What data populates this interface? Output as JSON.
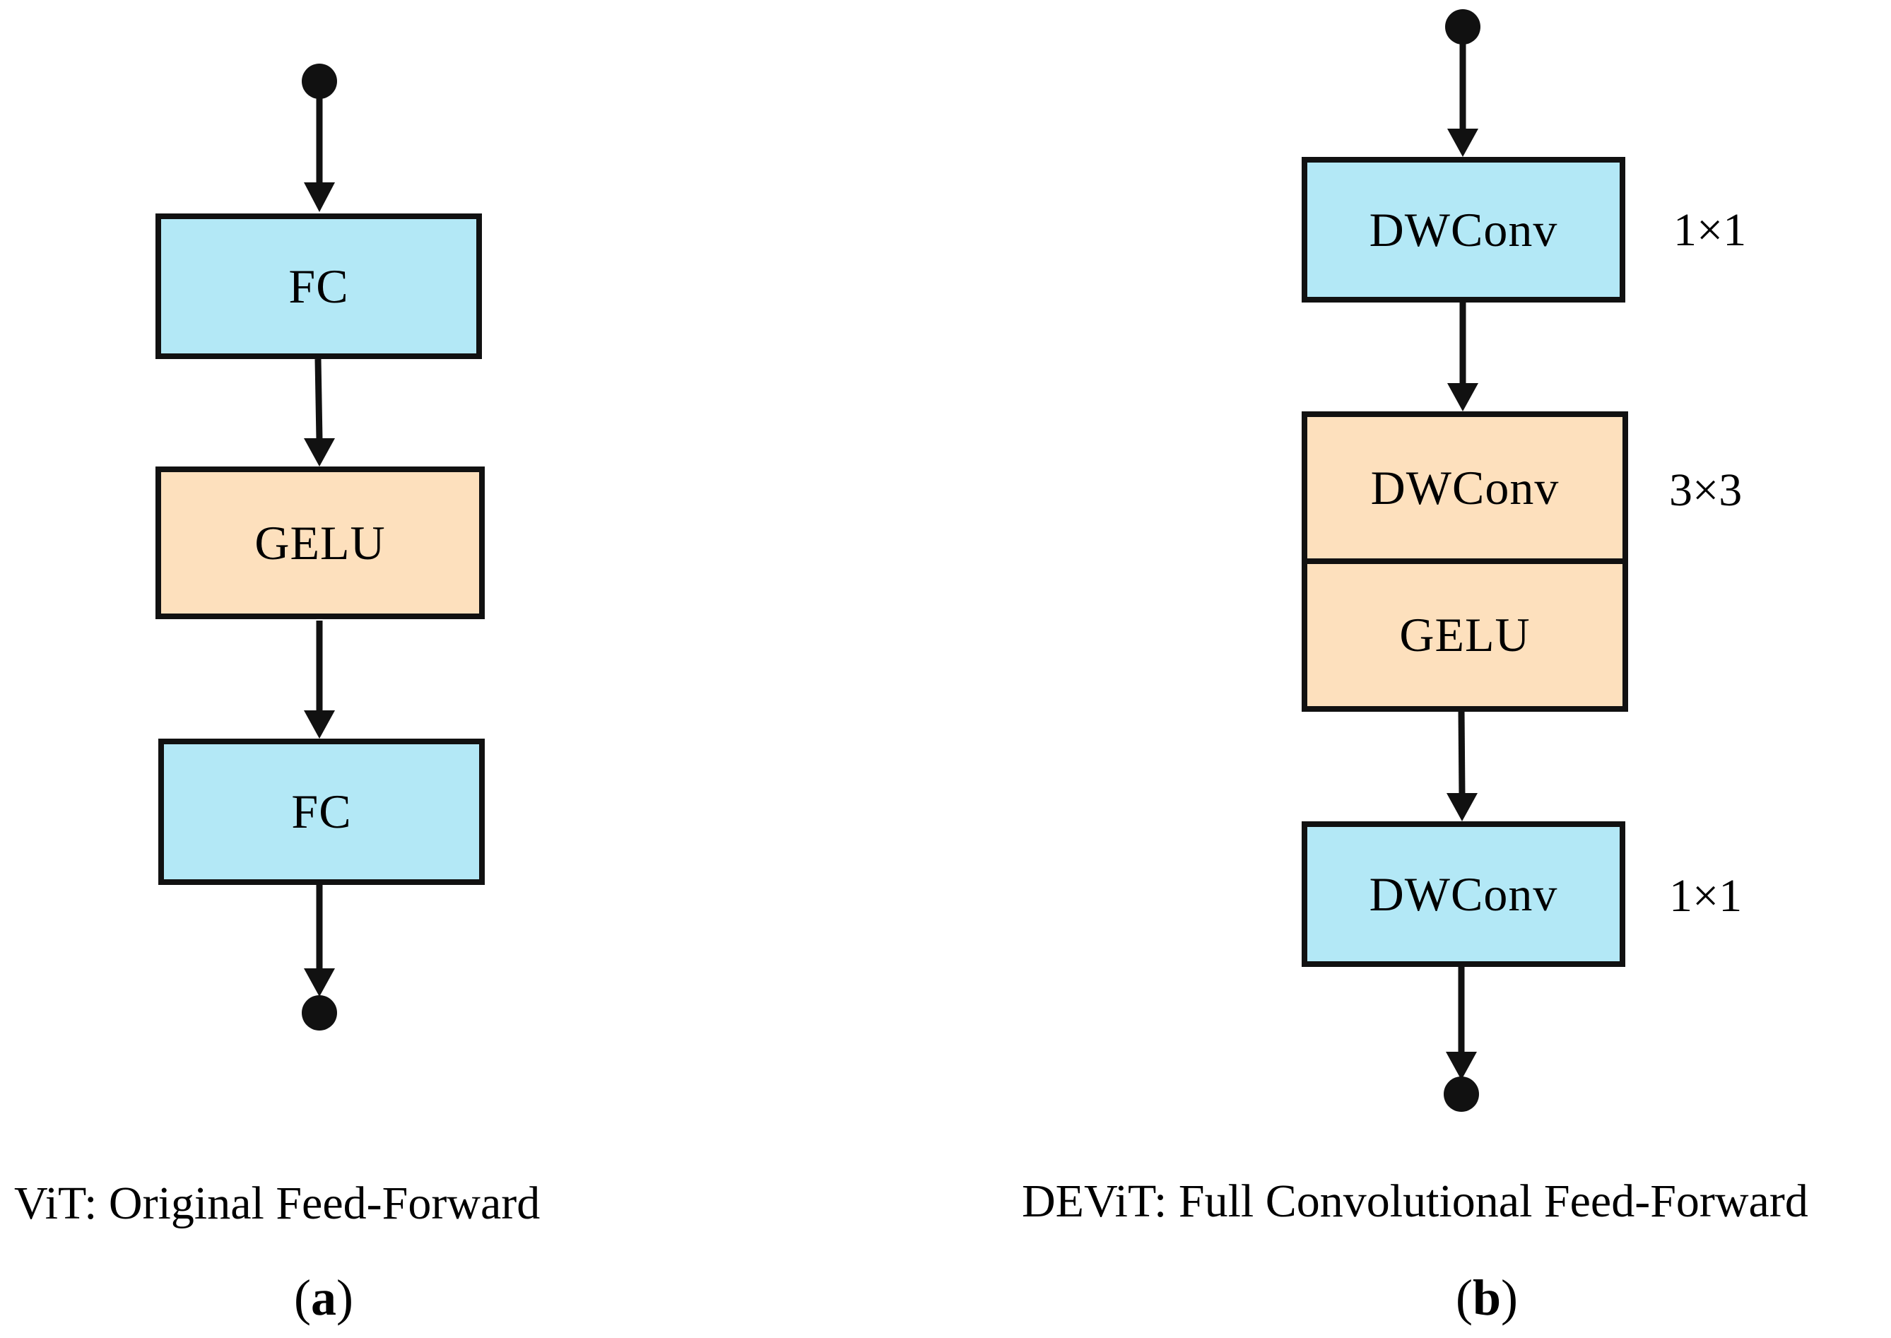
{
  "panels": [
    {
      "id": "a",
      "caption": "ViT: Original Feed-Forward",
      "label_letter": "a",
      "blocks": [
        {
          "text": "FC",
          "color": "#b3e8f6"
        },
        {
          "text": "GELU",
          "color": "#fde0bd"
        },
        {
          "text": "FC",
          "color": "#b3e8f6"
        }
      ]
    },
    {
      "id": "b",
      "caption": "DEViT: Full Convolutional Feed-Forward",
      "label_letter": "b",
      "blocks": [
        {
          "text": "DWConv",
          "kernel": "1×1",
          "color": "#b3e8f6"
        },
        {
          "text": "DWConv",
          "kernel": "3×3",
          "color": "#fde0bd"
        },
        {
          "text": "GELU",
          "color": "#fde0bd"
        },
        {
          "text": "DWConv",
          "kernel": "1×1",
          "color": "#b3e8f6"
        }
      ]
    }
  ],
  "colors": {
    "fc_block": "#b3e8f6",
    "activation_block": "#fde0bd",
    "stroke": "#111111"
  }
}
